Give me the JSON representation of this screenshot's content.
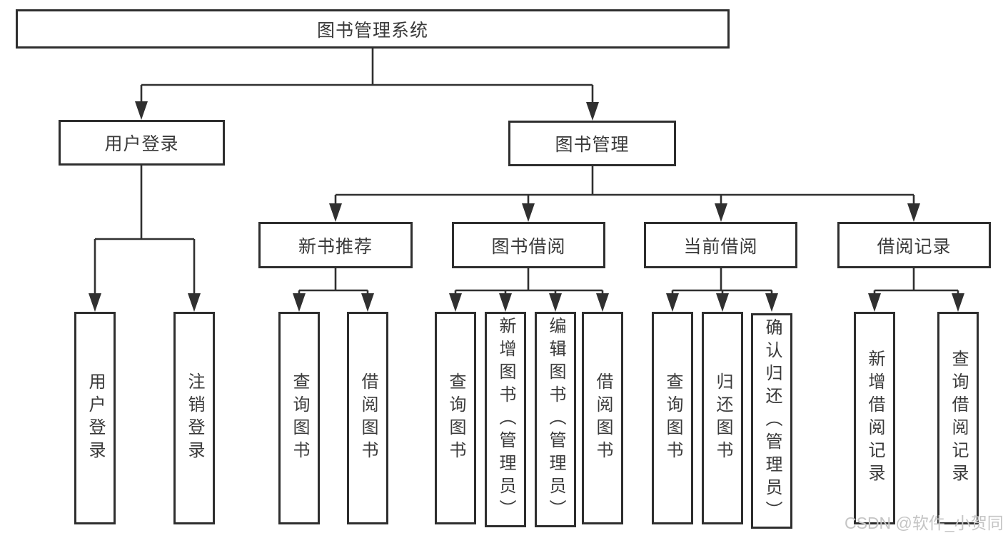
{
  "diagram": {
    "root": {
      "label": "图书管理系统"
    },
    "level2": [
      {
        "label": "用户登录"
      },
      {
        "label": "图书管理"
      }
    ],
    "level3": [
      {
        "label": "新书推荐"
      },
      {
        "label": "图书借阅"
      },
      {
        "label": "当前借阅"
      },
      {
        "label": "借阅记录"
      }
    ],
    "level4": [
      {
        "label": "用户登录"
      },
      {
        "label": "注销登录"
      },
      {
        "label": "查询图书"
      },
      {
        "label": "借阅图书"
      },
      {
        "label": "查询图书"
      },
      {
        "label": "新增图书（管理员）"
      },
      {
        "label": "编辑图书（管理员）"
      },
      {
        "label": "借阅图书"
      },
      {
        "label": "查询图书"
      },
      {
        "label": "归还图书"
      },
      {
        "label": "确认归还（管理员）"
      },
      {
        "label": "新增借阅记录"
      },
      {
        "label": "查询借阅记录"
      }
    ],
    "colors": {
      "line": "#303030",
      "border": "#2e2e2e",
      "text": "#3a3a3a",
      "watermark": "#c5c5c5"
    },
    "watermark": "CSDN @软件_小贺同学"
  }
}
